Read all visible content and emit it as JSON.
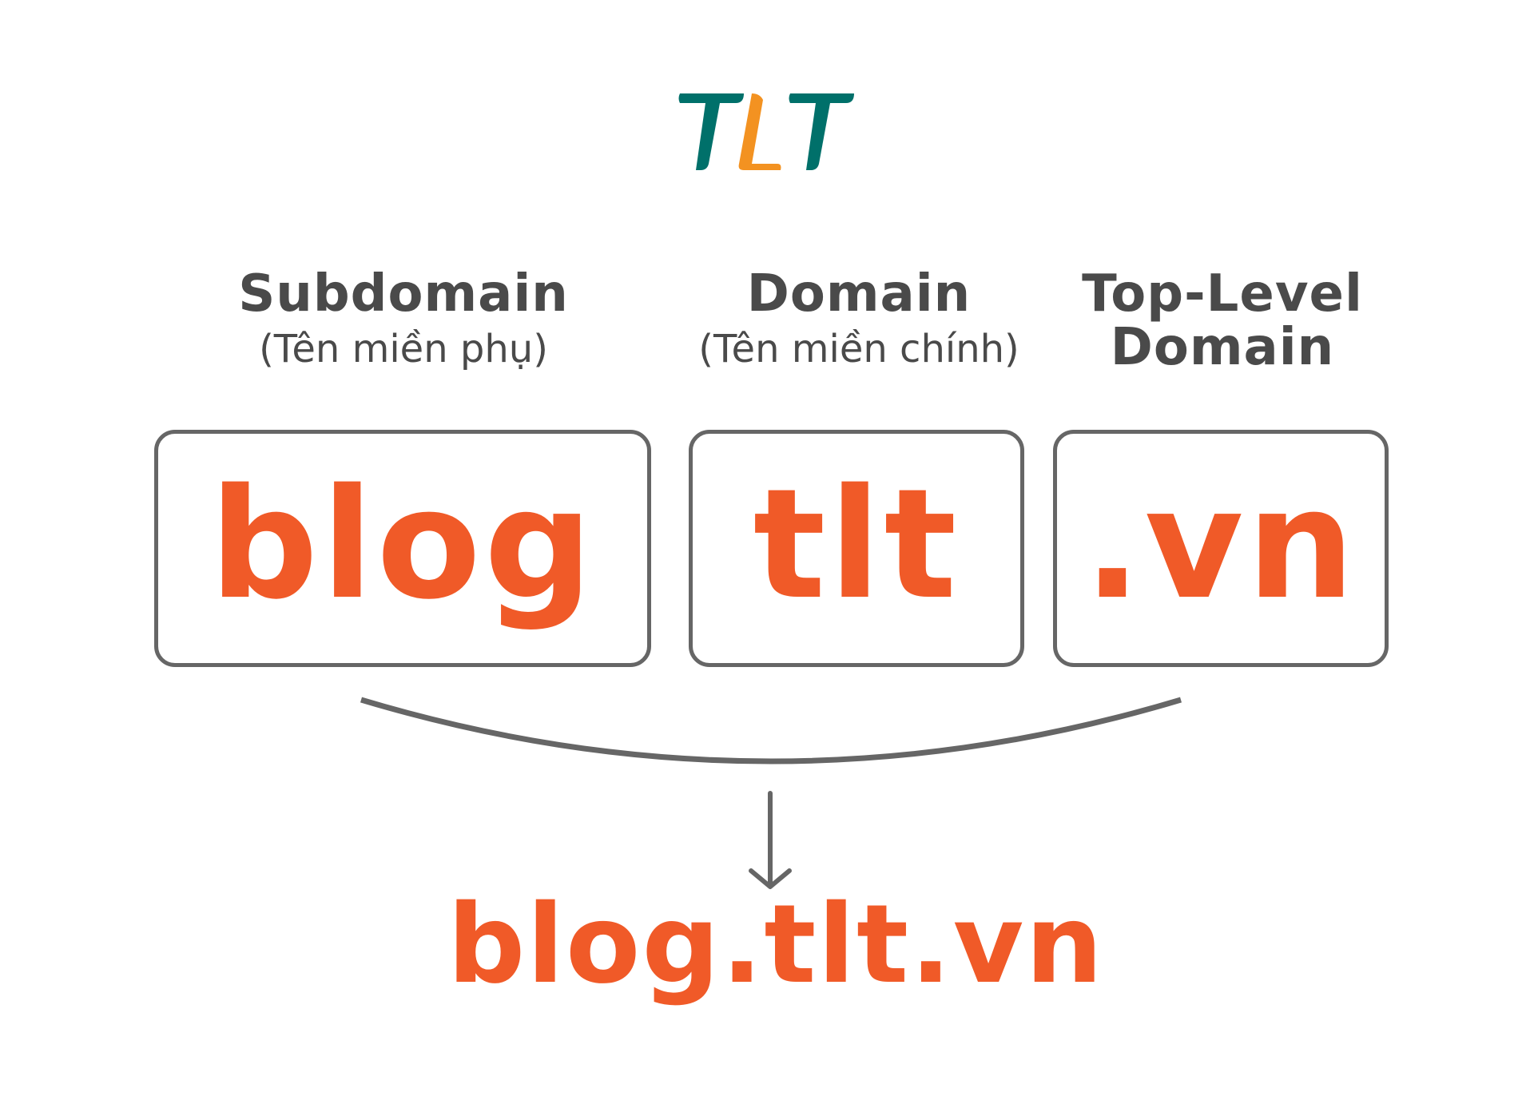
{
  "logo": {
    "text": "TLT",
    "colors": {
      "primary": "#00706a",
      "accent": "#f39221"
    }
  },
  "columns": [
    {
      "title": "Subdomain",
      "subtitle": "(Tên miền phụ)",
      "part": "blog"
    },
    {
      "title": "Domain",
      "subtitle": "(Tên miền chính)",
      "part": "tlt"
    },
    {
      "title": "Top-Level Domain",
      "subtitle": "",
      "part": ".vn"
    }
  ],
  "result": "blog.tlt.vn",
  "colors": {
    "text": "#4a4a4a",
    "orange": "#f05a28",
    "border": "#666666"
  }
}
